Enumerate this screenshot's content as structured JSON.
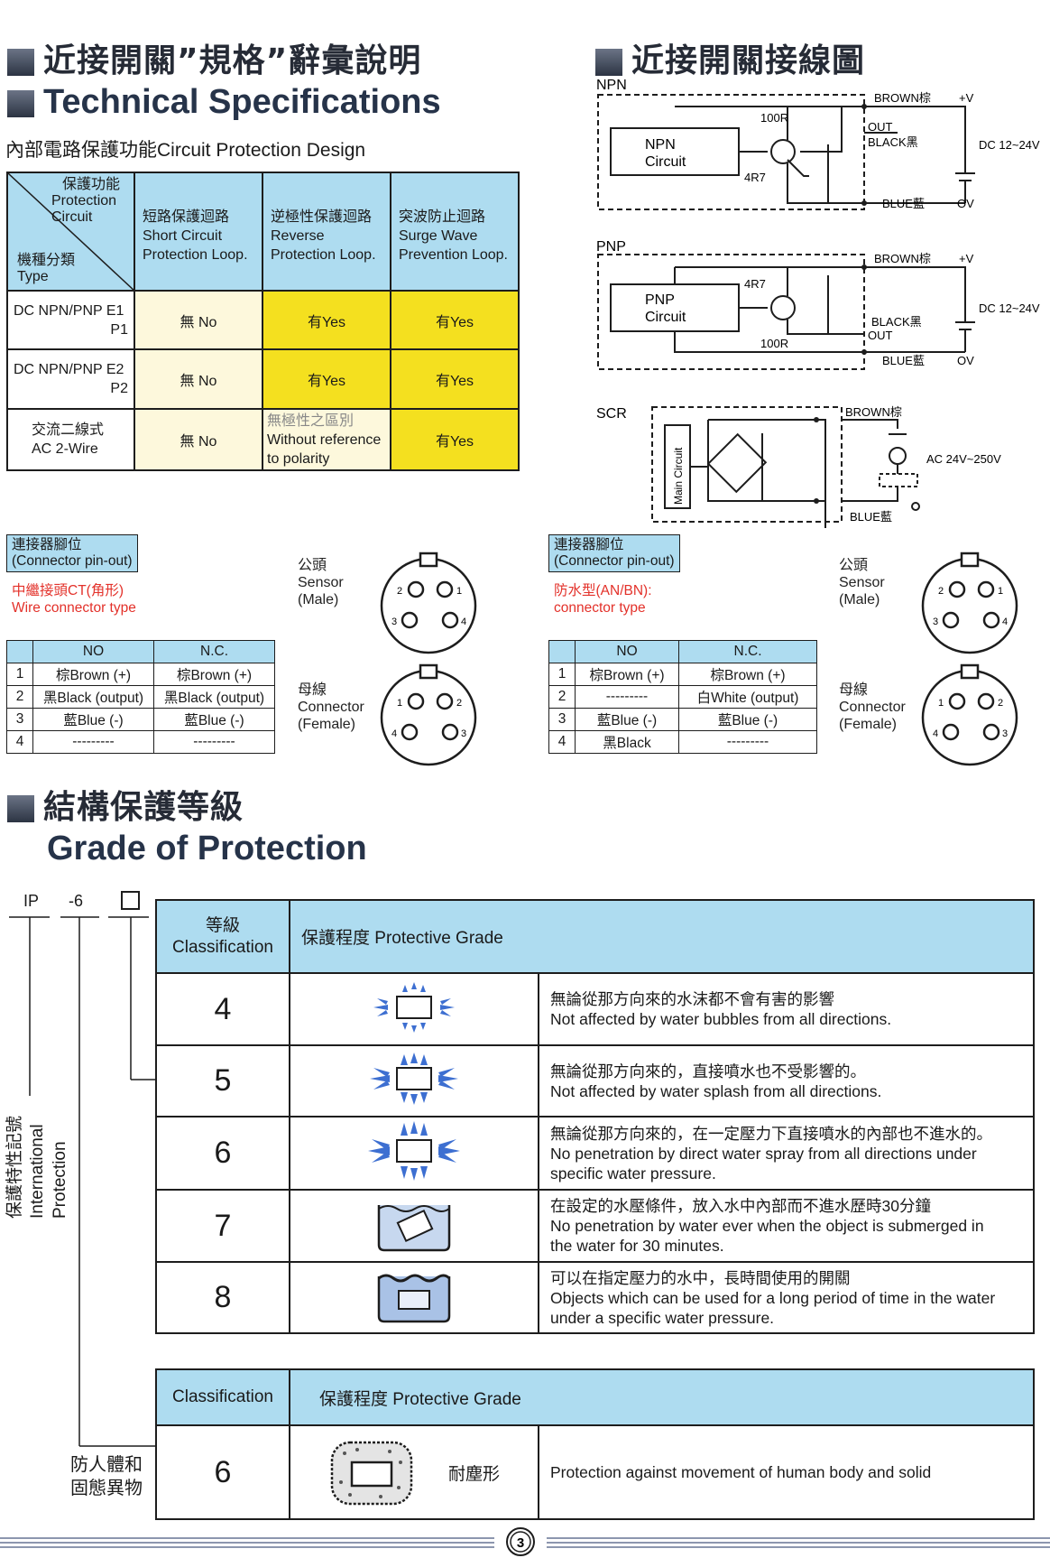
{
  "section_spec": {
    "title_cn": "近接開關”規格”辭彙說明",
    "title_en": "Technical Specifications",
    "subtitle": "內部電路保護功能Circuit Protection Design"
  },
  "protection_table": {
    "corner_top": [
      "保護功能",
      "Protection",
      "Circuit"
    ],
    "corner_bottom": [
      "機種分類",
      "Type"
    ],
    "headers": [
      [
        "短路保護迴路",
        "Short Circuit",
        "Protection Loop."
      ],
      [
        "逆極性保護迴路",
        "Reverse",
        "Protection Loop."
      ],
      [
        "突波防止迴路",
        "Surge Wave",
        "Prevention Loop."
      ]
    ],
    "rows": [
      {
        "type": [
          "DC NPN/PNP E1",
          "P1"
        ],
        "short": "無 No",
        "reverse": [
          "有Yes"
        ],
        "surge": "有Yes"
      },
      {
        "type": [
          "DC NPN/PNP E2",
          "P2"
        ],
        "short": "無 No",
        "reverse": [
          "有Yes"
        ],
        "surge": "有Yes"
      },
      {
        "type": [
          "交流二線式",
          "AC 2-Wire"
        ],
        "short": "無 No",
        "reverse": [
          "無極性之區別",
          "Without reference",
          "to polarity"
        ],
        "surge": "有Yes"
      }
    ]
  },
  "section_wiring": {
    "title": "近接開關接線圖"
  },
  "wiring": {
    "npn": {
      "label": "NPN",
      "circuit": [
        "NPN",
        "Circuit"
      ],
      "r1": "100R",
      "r2": "4R7",
      "brown": "BROWN棕",
      "plus": "+V",
      "out": "OUT",
      "black": "BLACK黑",
      "blue": "BLUE藍",
      "zero": "OV",
      "dc": "DC 12~24V"
    },
    "pnp": {
      "label": "PNP",
      "circuit": [
        "PNP",
        "Circuit"
      ],
      "r1": "4R7",
      "r2": "100R",
      "brown": "BROWN棕",
      "plus": "+V",
      "black": "BLACK黑",
      "out": "OUT",
      "blue": "BLUE藍",
      "zero": "OV",
      "dc": "DC 12~24V"
    },
    "scr": {
      "label": "SCR",
      "main": "Main Circuit",
      "brown": "BROWN棕",
      "ac": "AC 24V~250V",
      "blue": "BLUE藍"
    }
  },
  "connector_left": {
    "box": [
      "連接器腳位",
      "(Connector pin-out)"
    ],
    "red": [
      "中繼接頭CT(角形)",
      "Wire connector type"
    ],
    "male": [
      "公頭",
      "Sensor",
      "(Male)"
    ],
    "female": [
      "母線",
      "Connector",
      "(Female)"
    ],
    "male_pins": [
      "2",
      "1",
      "3",
      "4"
    ],
    "female_pins": [
      "1",
      "2",
      "4",
      "3"
    ],
    "headers": [
      "NO",
      "N.C."
    ],
    "rows": [
      [
        "1",
        "棕Brown (+)",
        "棕Brown (+)"
      ],
      [
        "2",
        "黑Black (output)",
        "黑Black (output)"
      ],
      [
        "3",
        "藍Blue (-)",
        "藍Blue (-)"
      ],
      [
        "4",
        "---------",
        "---------"
      ]
    ]
  },
  "connector_right": {
    "box": [
      "連接器腳位",
      "(Connector pin-out)"
    ],
    "red": [
      "防水型(AN/BN):",
      "connector type"
    ],
    "male": [
      "公頭",
      "Sensor",
      "(Male)"
    ],
    "female": [
      "母線",
      "Connector",
      "(Female)"
    ],
    "male_pins": [
      "2",
      "1",
      "3",
      "4"
    ],
    "female_pins": [
      "1",
      "2",
      "4",
      "3"
    ],
    "headers": [
      "NO",
      "N.C."
    ],
    "rows": [
      [
        "1",
        "棕Brown (+)",
        "棕Brown (+)"
      ],
      [
        "2",
        "---------",
        "白White (output)"
      ],
      [
        "3",
        "藍Blue (-)",
        "藍Blue (-)"
      ],
      [
        "4",
        "黑Black",
        "---------"
      ]
    ]
  },
  "section_grade": {
    "title_cn": "結構保護等級",
    "title_en": "Grade of Protection"
  },
  "ip_code": {
    "ip": "IP",
    "first": "-6",
    "vertical_cn": "保護特性記號",
    "vertical_en1": "International",
    "vertical_en2": "Protection",
    "solid_cn": [
      "防人體和",
      "固態異物"
    ]
  },
  "grade_table": {
    "h_class": [
      "等級",
      "Classification"
    ],
    "h_grade": "保護程度 Protective Grade",
    "rows": [
      {
        "num": "4",
        "text": [
          "無論從那方向來的水沫都不會有害的影響",
          "Not affected by water bubbles from all directions."
        ]
      },
      {
        "num": "5",
        "text": [
          "無論從那方向來的，直接噴水也不受影響的。",
          "Not affected by water splash from all directions."
        ]
      },
      {
        "num": "6",
        "text": [
          "無論從那方向來的，在一定壓力下直接噴水的內部也不進水的。",
          "No penetration by direct water spray from all directions under",
          "specific water pressure."
        ]
      },
      {
        "num": "7",
        "text": [
          "在設定的水壓條件，放入水中內部而不進水歷時30分鐘",
          "No penetration by water ever when the object is submerged in",
          "the water for 30 minutes."
        ]
      },
      {
        "num": "8",
        "text": [
          "可以在指定壓力的水中，長時間使用的開關",
          "Objects which can be used for a long period of time in the water",
          "under a specific water pressure."
        ]
      }
    ]
  },
  "solid_table": {
    "h_class": "Classification",
    "h_grade": "保護程度 Protective Grade",
    "num": "6",
    "label": "耐塵形",
    "text": "Protection against movement of human body and solid"
  },
  "page_number": "3"
}
